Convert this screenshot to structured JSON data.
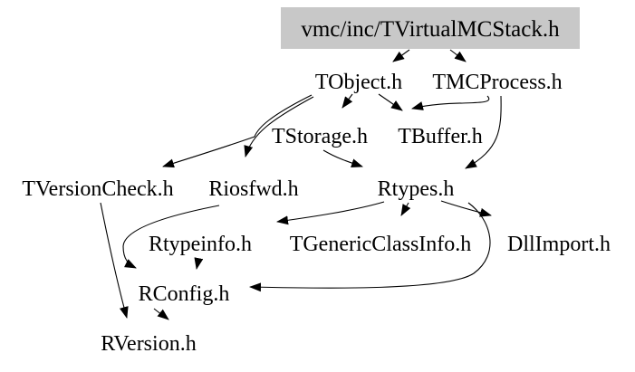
{
  "diagram": {
    "kind": "include-dependency-graph",
    "colors": {
      "background": "#ffffff",
      "text": "#000000",
      "edge": "#000000",
      "root_fill": "#c8c8c8"
    },
    "nodes": [
      {
        "label": "vmc/inc/TVirtualMCStack.h",
        "root": true
      },
      {
        "label": "TObject.h"
      },
      {
        "label": "TMCProcess.h"
      },
      {
        "label": "TStorage.h"
      },
      {
        "label": "TBuffer.h"
      },
      {
        "label": "TVersionCheck.h"
      },
      {
        "label": "Riosfwd.h"
      },
      {
        "label": "Rtypes.h"
      },
      {
        "label": "Rtypeinfo.h"
      },
      {
        "label": "TGenericClassInfo.h"
      },
      {
        "label": "DllImport.h"
      },
      {
        "label": "RConfig.h"
      },
      {
        "label": "RVersion.h"
      }
    ],
    "edges": [
      {
        "from": "vmc/inc/TVirtualMCStack.h",
        "to": "TObject.h"
      },
      {
        "from": "vmc/inc/TVirtualMCStack.h",
        "to": "TMCProcess.h"
      },
      {
        "from": "TObject.h",
        "to": "TStorage.h"
      },
      {
        "from": "TObject.h",
        "to": "TBuffer.h"
      },
      {
        "from": "TObject.h",
        "to": "TVersionCheck.h"
      },
      {
        "from": "TObject.h",
        "to": "Riosfwd.h"
      },
      {
        "from": "TMCProcess.h",
        "to": "TBuffer.h"
      },
      {
        "from": "TMCProcess.h",
        "to": "Rtypes.h"
      },
      {
        "from": "TStorage.h",
        "to": "Rtypes.h"
      },
      {
        "from": "Rtypes.h",
        "to": "Rtypeinfo.h"
      },
      {
        "from": "Rtypes.h",
        "to": "TGenericClassInfo.h"
      },
      {
        "from": "Rtypes.h",
        "to": "DllImport.h"
      },
      {
        "from": "Rtypes.h",
        "to": "RConfig.h"
      },
      {
        "from": "Riosfwd.h",
        "to": "RConfig.h"
      },
      {
        "from": "Rtypeinfo.h",
        "to": "RConfig.h"
      },
      {
        "from": "TVersionCheck.h",
        "to": "RVersion.h"
      },
      {
        "from": "RConfig.h",
        "to": "RVersion.h"
      }
    ]
  }
}
